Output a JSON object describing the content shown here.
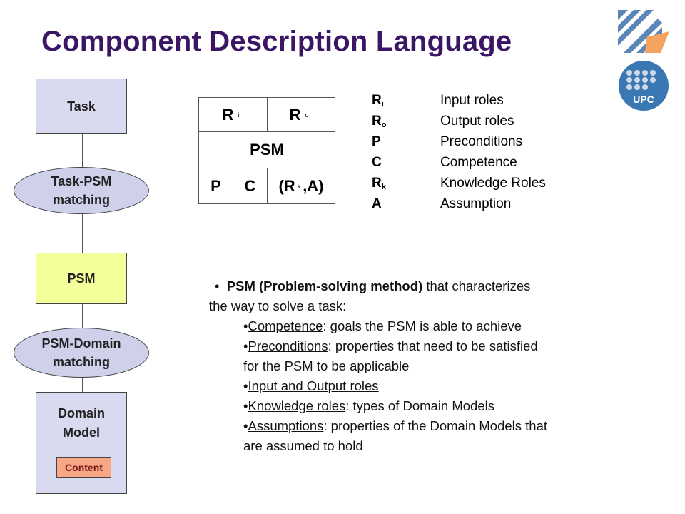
{
  "title": "Component Description Language",
  "diagram": {
    "task": "Task",
    "task_psm": [
      "Task-PSM",
      "matching"
    ],
    "psm": "PSM",
    "psm_domain": [
      "PSM-Domain",
      "matching"
    ],
    "domain": [
      "Domain",
      "Model"
    ],
    "content": "Content"
  },
  "table": {
    "r": "R",
    "i": "i",
    "o": "o",
    "psm": "PSM",
    "p": "P",
    "c": "C",
    "rk_open": "(R",
    "k": "k",
    "rk_close": ",A)"
  },
  "legend": [
    {
      "key": "R",
      "sub": "i",
      "desc": "Input roles"
    },
    {
      "key": "R",
      "sub": "o",
      "desc": "Output roles"
    },
    {
      "key": "P",
      "sub": "",
      "desc": "Preconditions"
    },
    {
      "key": "C",
      "sub": "",
      "desc": "Competence"
    },
    {
      "key": "R",
      "sub": "k",
      "desc": "Knowledge Roles"
    },
    {
      "key": "A",
      "sub": "",
      "desc": "Assumption"
    }
  ],
  "bullets": {
    "marker": "•",
    "lead_bold": "PSM (Problem-solving method)",
    "lead_rest1": " that characterizes",
    "lead_rest2": "the way to solve a task:",
    "items": [
      {
        "term": "Competence",
        "rest": ": goals the PSM is able to achieve"
      },
      {
        "term": "Preconditions",
        "rest": ": properties that need to be satisfied",
        "cont": "for the PSM to be applicable"
      },
      {
        "term": "Input and Output roles",
        "rest": ""
      },
      {
        "term": "Knowledge roles",
        "rest": ": types of Domain Models"
      },
      {
        "term": "Assumptions",
        "rest": ": properties of the Domain Models that",
        "cont": "are assumed to hold"
      }
    ]
  },
  "logos": {
    "upc_text": "UPC"
  },
  "colors": {
    "title": "#3b1665",
    "task_box": "#d9d9ef",
    "psm_box": "#f2ff9a",
    "content_box": "#f7a785",
    "upc_blue": "#3a78b4"
  }
}
